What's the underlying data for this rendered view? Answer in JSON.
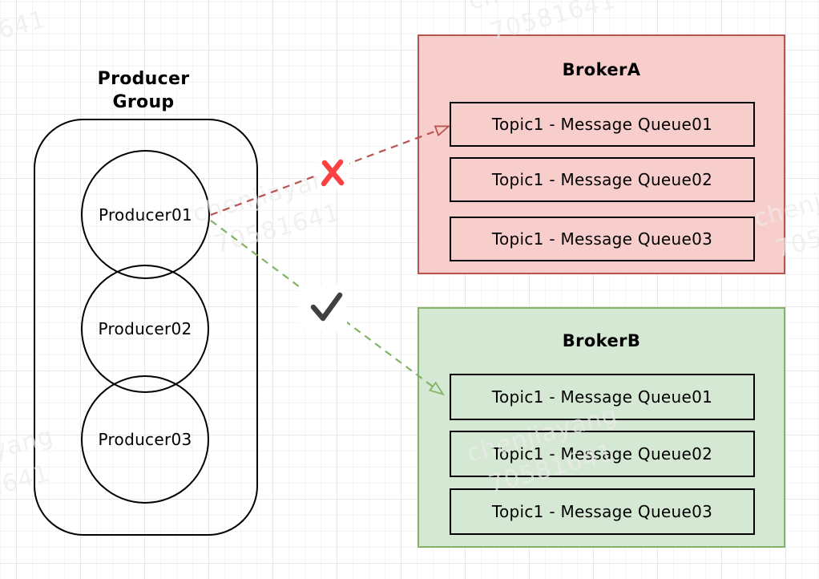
{
  "watermark": {
    "line1": "chenjiayang",
    "line2": "70581641"
  },
  "producer_group": {
    "title": "Producer\nGroup",
    "producers": [
      "Producer01",
      "Producer02",
      "Producer03"
    ]
  },
  "broker_a": {
    "title": "BrokerA",
    "queues": [
      "Topic1 - Message Queue01",
      "Topic1 - Message Queue02",
      "Topic1 - Message Queue03"
    ]
  },
  "broker_b": {
    "title": "BrokerB",
    "queues": [
      "Topic1 - Message Queue01",
      "Topic1 - Message Queue02",
      "Topic1 - Message Queue03"
    ]
  },
  "colors": {
    "broker_a_fill": "#f8cecc",
    "broker_a_border": "#b85450",
    "broker_b_fill": "#d5e8d4",
    "broker_b_border": "#82b366",
    "arrow_reject": "#b85450",
    "arrow_accept": "#82b366",
    "cross_mark": "#fb4141",
    "check_mark": "#404040"
  }
}
